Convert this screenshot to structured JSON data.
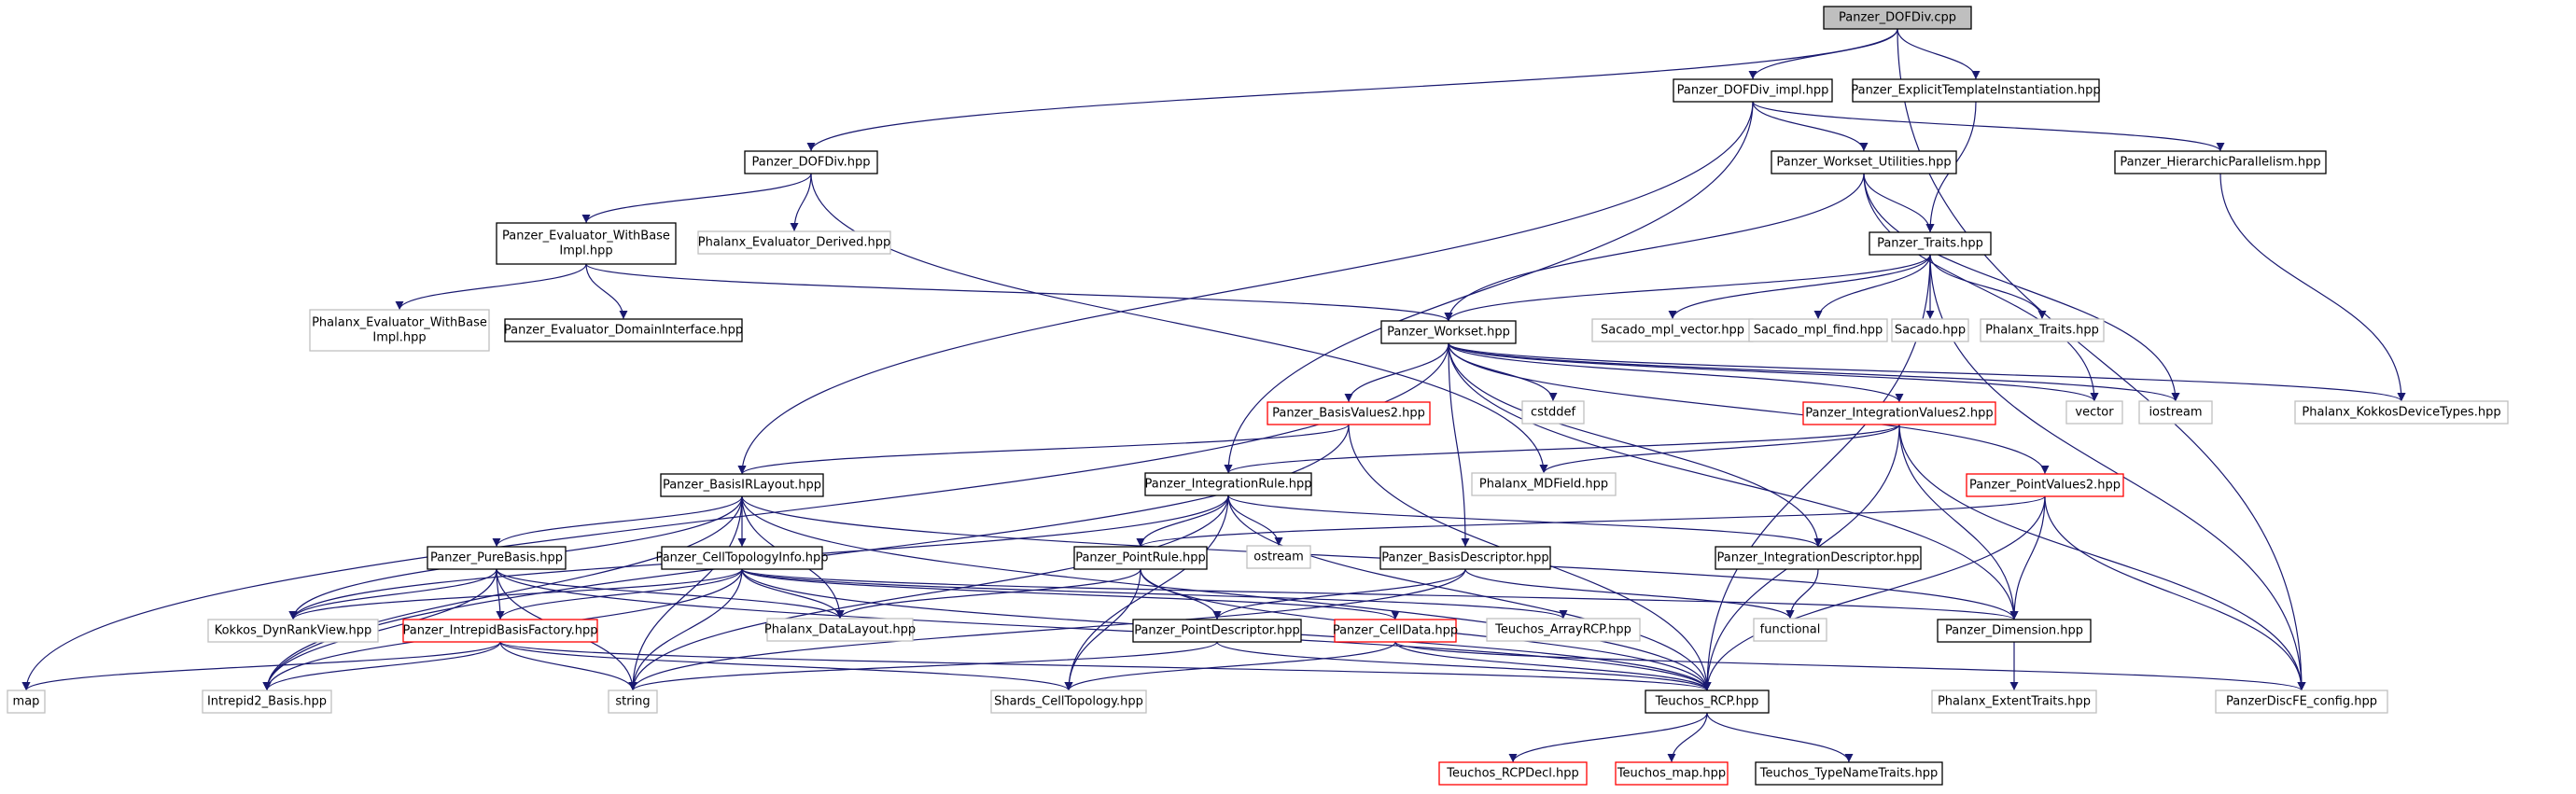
{
  "nodes": [
    {
      "id": "root",
      "label": "Panzer_DOFDiv.cpp",
      "kind": "root"
    },
    {
      "id": "dofdiv_impl",
      "label": "Panzer_DOFDiv_impl.hpp",
      "kind": "doc"
    },
    {
      "id": "explicit",
      "label": "Panzer_ExplicitTemplateInstantiation.hpp",
      "kind": "doc"
    },
    {
      "id": "dofdiv",
      "label": "Panzer_DOFDiv.hpp",
      "kind": "doc"
    },
    {
      "id": "workset_util",
      "label": "Panzer_Workset_Utilities.hpp",
      "kind": "doc"
    },
    {
      "id": "hier",
      "label": "Panzer_HierarchicParallelism.hpp",
      "kind": "doc"
    },
    {
      "id": "eval_base",
      "label": "Panzer_Evaluator_WithBase\nImpl.hpp",
      "kind": "doc"
    },
    {
      "id": "phx_eval_derived",
      "label": "Phalanx_Evaluator_Derived.hpp",
      "kind": "ext"
    },
    {
      "id": "traits",
      "label": "Panzer_Traits.hpp",
      "kind": "doc"
    },
    {
      "id": "phx_eval_base",
      "label": "Phalanx_Evaluator_WithBase\nImpl.hpp",
      "kind": "ext"
    },
    {
      "id": "eval_domain",
      "label": "Panzer_Evaluator_DomainInterface.hpp",
      "kind": "doc"
    },
    {
      "id": "workset",
      "label": "Panzer_Workset.hpp",
      "kind": "doc"
    },
    {
      "id": "sacado_vec",
      "label": "Sacado_mpl_vector.hpp",
      "kind": "ext"
    },
    {
      "id": "sacado_find",
      "label": "Sacado_mpl_find.hpp",
      "kind": "ext"
    },
    {
      "id": "sacado",
      "label": "Sacado.hpp",
      "kind": "ext"
    },
    {
      "id": "phx_traits",
      "label": "Phalanx_Traits.hpp",
      "kind": "ext"
    },
    {
      "id": "basisvalues2",
      "label": "Panzer_BasisValues2.hpp",
      "kind": "red"
    },
    {
      "id": "cstddef",
      "label": "cstddef",
      "kind": "ext"
    },
    {
      "id": "intvalues2",
      "label": "Panzer_IntegrationValues2.hpp",
      "kind": "red"
    },
    {
      "id": "vector",
      "label": "vector",
      "kind": "ext"
    },
    {
      "id": "iostream",
      "label": "iostream",
      "kind": "ext"
    },
    {
      "id": "phx_kokkos",
      "label": "Phalanx_KokkosDeviceTypes.hpp",
      "kind": "ext"
    },
    {
      "id": "basis_ir",
      "label": "Panzer_BasisIRLayout.hpp",
      "kind": "doc"
    },
    {
      "id": "introule",
      "label": "Panzer_IntegrationRule.hpp",
      "kind": "doc"
    },
    {
      "id": "phx_mdfield",
      "label": "Phalanx_MDField.hpp",
      "kind": "ext"
    },
    {
      "id": "pointvalues2",
      "label": "Panzer_PointValues2.hpp",
      "kind": "red"
    },
    {
      "id": "purebasis",
      "label": "Panzer_PureBasis.hpp",
      "kind": "doc"
    },
    {
      "id": "celltopo",
      "label": "Panzer_CellTopologyInfo.hpp",
      "kind": "doc"
    },
    {
      "id": "pointrule",
      "label": "Panzer_PointRule.hpp",
      "kind": "doc"
    },
    {
      "id": "ostream",
      "label": "ostream",
      "kind": "ext"
    },
    {
      "id": "basisdesc",
      "label": "Panzer_BasisDescriptor.hpp",
      "kind": "doc"
    },
    {
      "id": "intdesc",
      "label": "Panzer_IntegrationDescriptor.hpp",
      "kind": "doc"
    },
    {
      "id": "kokkos_dyn",
      "label": "Kokkos_DynRankView.hpp",
      "kind": "ext"
    },
    {
      "id": "phx_datalayout",
      "label": "Phalanx_DataLayout.hpp",
      "kind": "ext"
    },
    {
      "id": "teuchos_arrayrcp",
      "label": "Teuchos_ArrayRCP.hpp",
      "kind": "ext"
    },
    {
      "id": "functional",
      "label": "functional",
      "kind": "ext"
    },
    {
      "id": "dimension",
      "label": "Panzer_Dimension.hpp",
      "kind": "doc"
    },
    {
      "id": "intrepid_fac",
      "label": "Panzer_IntrepidBasisFactory.hpp",
      "kind": "red"
    },
    {
      "id": "pointdesc",
      "label": "Panzer_PointDescriptor.hpp",
      "kind": "doc"
    },
    {
      "id": "celldata",
      "label": "Panzer_CellData.hpp",
      "kind": "red"
    },
    {
      "id": "map",
      "label": "map",
      "kind": "ext"
    },
    {
      "id": "intrepid2",
      "label": "Intrepid2_Basis.hpp",
      "kind": "ext"
    },
    {
      "id": "string",
      "label": "string",
      "kind": "ext"
    },
    {
      "id": "shards",
      "label": "Shards_CellTopology.hpp",
      "kind": "ext"
    },
    {
      "id": "teuchos_rcp",
      "label": "Teuchos_RCP.hpp",
      "kind": "doc"
    },
    {
      "id": "phx_extent",
      "label": "Phalanx_ExtentTraits.hpp",
      "kind": "ext"
    },
    {
      "id": "discfe",
      "label": "PanzerDiscFE_config.hpp",
      "kind": "ext"
    },
    {
      "id": "rcpdecl",
      "label": "Teuchos_RCPDecl.hpp",
      "kind": "red"
    },
    {
      "id": "tmap",
      "label": "Teuchos_map.hpp",
      "kind": "red"
    },
    {
      "id": "typename",
      "label": "Teuchos_TypeNameTraits.hpp",
      "kind": "doc"
    }
  ],
  "edges": [
    [
      "root",
      "dofdiv_impl"
    ],
    [
      "root",
      "explicit"
    ],
    [
      "root",
      "dofdiv"
    ],
    [
      "root",
      "discfe"
    ],
    [
      "dofdiv_impl",
      "workset_util"
    ],
    [
      "dofdiv_impl",
      "hier"
    ],
    [
      "dofdiv_impl",
      "basis_ir"
    ],
    [
      "dofdiv_impl",
      "introule"
    ],
    [
      "explicit",
      "traits"
    ],
    [
      "dofdiv",
      "eval_base"
    ],
    [
      "dofdiv",
      "phx_eval_derived"
    ],
    [
      "dofdiv",
      "phx_mdfield"
    ],
    [
      "workset_util",
      "traits"
    ],
    [
      "workset_util",
      "workset"
    ],
    [
      "workset_util",
      "vector"
    ],
    [
      "workset_util",
      "iostream"
    ],
    [
      "hier",
      "phx_kokkos"
    ],
    [
      "eval_base",
      "phx_eval_base"
    ],
    [
      "eval_base",
      "eval_domain"
    ],
    [
      "eval_base",
      "workset"
    ],
    [
      "traits",
      "workset"
    ],
    [
      "traits",
      "sacado_vec"
    ],
    [
      "traits",
      "sacado_find"
    ],
    [
      "traits",
      "sacado"
    ],
    [
      "traits",
      "phx_traits"
    ],
    [
      "traits",
      "discfe"
    ],
    [
      "traits",
      "teuchos_rcp"
    ],
    [
      "workset",
      "basisvalues2"
    ],
    [
      "workset",
      "cstddef"
    ],
    [
      "workset",
      "intvalues2"
    ],
    [
      "workset",
      "vector"
    ],
    [
      "workset",
      "iostream"
    ],
    [
      "workset",
      "phx_kokkos"
    ],
    [
      "workset",
      "pointvalues2"
    ],
    [
      "workset",
      "dimension"
    ],
    [
      "workset",
      "intdesc"
    ],
    [
      "workset",
      "basisdesc"
    ],
    [
      "workset",
      "map"
    ],
    [
      "basisvalues2",
      "basis_ir"
    ],
    [
      "basisvalues2",
      "intrepid2"
    ],
    [
      "basisvalues2",
      "teuchos_rcp"
    ],
    [
      "intvalues2",
      "introule"
    ],
    [
      "intvalues2",
      "phx_mdfield"
    ],
    [
      "intvalues2",
      "dimension"
    ],
    [
      "intvalues2",
      "teuchos_rcp"
    ],
    [
      "intvalues2",
      "discfe"
    ],
    [
      "pointvalues2",
      "pointrule"
    ],
    [
      "pointvalues2",
      "dimension"
    ],
    [
      "pointvalues2",
      "teuchos_rcp"
    ],
    [
      "pointvalues2",
      "discfe"
    ],
    [
      "basis_ir",
      "purebasis"
    ],
    [
      "basis_ir",
      "celltopo"
    ],
    [
      "basis_ir",
      "phx_datalayout"
    ],
    [
      "basis_ir",
      "kokkos_dyn"
    ],
    [
      "basis_ir",
      "intrepid2"
    ],
    [
      "basis_ir",
      "string"
    ],
    [
      "basis_ir",
      "teuchos_rcp"
    ],
    [
      "basis_ir",
      "dimension"
    ],
    [
      "introule",
      "pointrule"
    ],
    [
      "introule",
      "intdesc"
    ],
    [
      "introule",
      "ostream"
    ],
    [
      "introule",
      "string"
    ],
    [
      "introule",
      "shards"
    ],
    [
      "introule",
      "teuchos_rcp"
    ],
    [
      "introule",
      "kokkos_dyn"
    ],
    [
      "purebasis",
      "intrepid_fac"
    ],
    [
      "purebasis",
      "kokkos_dyn"
    ],
    [
      "purebasis",
      "phx_datalayout"
    ],
    [
      "purebasis",
      "intrepid2"
    ],
    [
      "purebasis",
      "string"
    ],
    [
      "purebasis",
      "teuchos_rcp"
    ],
    [
      "celltopo",
      "intrepid_fac"
    ],
    [
      "celltopo",
      "phx_datalayout"
    ],
    [
      "celltopo",
      "kokkos_dyn"
    ],
    [
      "celltopo",
      "string"
    ],
    [
      "celltopo",
      "teuchos_rcp"
    ],
    [
      "celltopo",
      "celldata"
    ],
    [
      "celltopo",
      "teuchos_arrayrcp"
    ],
    [
      "celltopo",
      "intrepid2"
    ],
    [
      "celltopo",
      "dimension"
    ],
    [
      "pointrule",
      "phx_datalayout"
    ],
    [
      "pointrule",
      "pointdesc"
    ],
    [
      "pointrule",
      "shards"
    ],
    [
      "pointrule",
      "teuchos_rcp"
    ],
    [
      "basisdesc",
      "pointdesc"
    ],
    [
      "basisdesc",
      "functional"
    ],
    [
      "basisdesc",
      "string"
    ],
    [
      "intdesc",
      "functional"
    ],
    [
      "intrepid_fac",
      "map"
    ],
    [
      "intrepid_fac",
      "intrepid2"
    ],
    [
      "intrepid_fac",
      "string"
    ],
    [
      "intrepid_fac",
      "shards"
    ],
    [
      "intrepid_fac",
      "teuchos_rcp"
    ],
    [
      "pointdesc",
      "string"
    ],
    [
      "pointdesc",
      "teuchos_rcp"
    ],
    [
      "celldata",
      "shards"
    ],
    [
      "celldata",
      "teuchos_rcp"
    ],
    [
      "celldata",
      "discfe"
    ],
    [
      "dimension",
      "phx_extent"
    ],
    [
      "teuchos_rcp",
      "rcpdecl"
    ],
    [
      "teuchos_rcp",
      "tmap"
    ],
    [
      "teuchos_rcp",
      "typename"
    ]
  ],
  "colors": {
    "edge": "#191970",
    "root_fill": "#bfbfbf",
    "doc_border": "#000000",
    "ext_border": "#bfbfbf",
    "red_border": "#ff0000",
    "text": "#000000"
  }
}
